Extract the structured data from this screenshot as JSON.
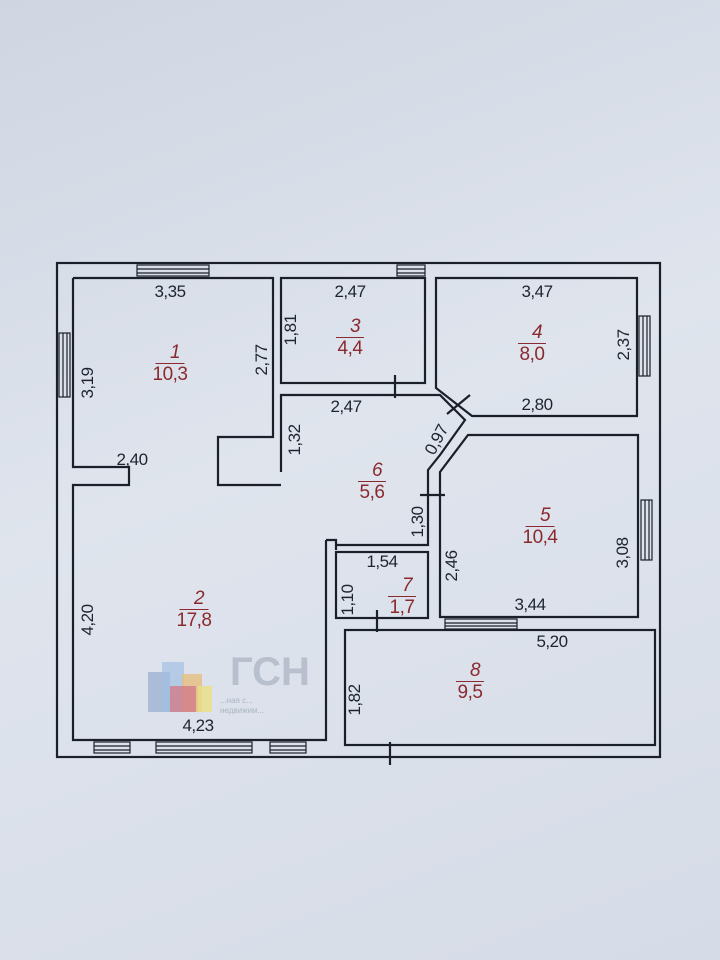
{
  "rooms": [
    {
      "number": "1",
      "area": "10,3"
    },
    {
      "number": "2",
      "area": "17,8"
    },
    {
      "number": "3",
      "area": "4,4"
    },
    {
      "number": "4",
      "area": "8,0"
    },
    {
      "number": "5",
      "area": "10,4"
    },
    {
      "number": "6",
      "area": "5,6"
    },
    {
      "number": "7",
      "area": "1,7"
    },
    {
      "number": "8",
      "area": "9,5"
    }
  ],
  "dimensions": [
    "3,35",
    "3,19",
    "2,77",
    "2,40",
    "4,20",
    "4,23",
    "2,47",
    "1,81",
    "2,47",
    "1,32",
    "3,47",
    "2,37",
    "2,80",
    "0,97",
    "1,30",
    "2,46",
    "3,08",
    "3,44",
    "1,54",
    "1,10",
    "5,20",
    "1,82"
  ],
  "watermark": {
    "brand": "ГСН",
    "line1": "...ная с...",
    "line2": "недвижим..."
  },
  "colors": {
    "wall": "#1a1f2a",
    "area_text": "#8a2a2e",
    "paper": "#d9dfe9"
  }
}
